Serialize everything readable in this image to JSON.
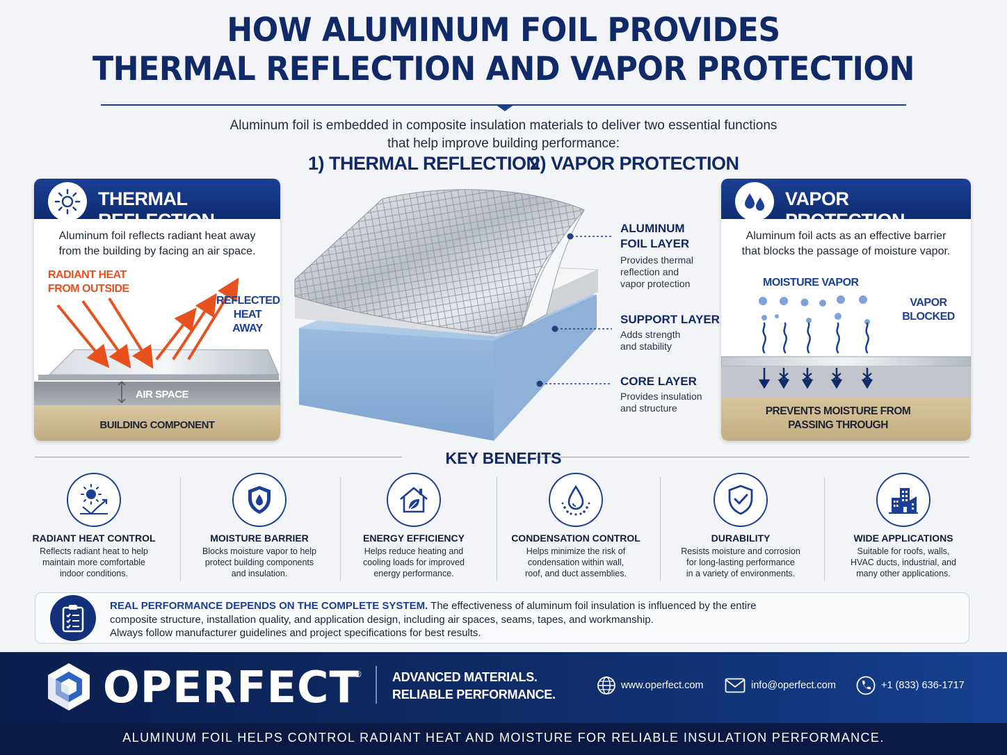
{
  "title": {
    "line1": "HOW ALUMINUM FOIL PROVIDES",
    "line2": "THERMAL REFLECTION AND VAPOR PROTECTION"
  },
  "intro": {
    "line1": "Aluminum foil is embedded in composite insulation materials to deliver two essential functions",
    "line2": "that help improve building performance:",
    "function1": "1) THERMAL REFLECTION",
    "function2": "2) VAPOR PROTECTION"
  },
  "thermal_panel": {
    "title": "THERMAL REFLECTION",
    "text_line1": "Aluminum foil reflects radiant heat away",
    "text_line2": "from the building by facing an air space.",
    "radiant_line1": "RADIANT HEAT",
    "radiant_line2": "FROM OUTSIDE",
    "reflected_line1": "REFLECTED",
    "reflected_line2": "HEAT",
    "reflected_line3": "AWAY",
    "air_space": "AIR SPACE",
    "building": "BUILDING COMPONENT",
    "icon": "sun-icon"
  },
  "layers": [
    {
      "title1": "ALUMINUM",
      "title2": "FOIL LAYER",
      "desc1": "Provides thermal",
      "desc2": "reflection and",
      "desc3": "vapor protection"
    },
    {
      "title1": "SUPPORT LAYER",
      "desc1": "Adds strength",
      "desc2": "and stability"
    },
    {
      "title1": "CORE LAYER",
      "desc1": "Provides insulation",
      "desc2": "and structure"
    }
  ],
  "vapor_panel": {
    "title": "VAPOR PROTECTION",
    "text_line1": "Aluminum foil acts as an effective barrier",
    "text_line2": "that blocks the passage of moisture vapor.",
    "moisture": "MOISTURE VAPOR",
    "blocked_line1": "VAPOR",
    "blocked_line2": "BLOCKED",
    "prevents_line1": "PREVENTS MOISTURE FROM",
    "prevents_line2": "PASSING THROUGH",
    "icon": "water-drops-icon"
  },
  "key_benefits": {
    "title": "KEY BENEFITS",
    "items": [
      {
        "title": "RADIANT HEAT CONTROL",
        "d1": "Reflects radiant heat to help",
        "d2": "maintain more comfortable",
        "d3": "indoor conditions.",
        "icon": "sun-reflect-icon"
      },
      {
        "title": "MOISTURE BARRIER",
        "d1": "Blocks moisture vapor to help",
        "d2": "protect building components",
        "d3": "and insulation.",
        "icon": "shield-drop-icon"
      },
      {
        "title": "ENERGY EFFICIENCY",
        "d1": "Helps reduce heating and",
        "d2": "cooling loads for improved",
        "d3": "energy performance.",
        "icon": "house-leaf-icon"
      },
      {
        "title": "CONDENSATION CONTROL",
        "d1": "Helps minimize the risk of",
        "d2": "condensation within wall,",
        "d3": "roof, and duct assemblies.",
        "icon": "droplet-icon"
      },
      {
        "title": "DURABILITY",
        "d1": "Resists moisture and corrosion",
        "d2": "for long-lasting performance",
        "d3": "in a variety of environments.",
        "icon": "shield-check-icon"
      },
      {
        "title": "WIDE APPLICATIONS",
        "d1": "Suitable for roofs, walls,",
        "d2": "HVAC ducts, industrial, and",
        "d3": "many other applications.",
        "icon": "buildings-icon"
      }
    ]
  },
  "note": {
    "strong": "REAL PERFORMANCE DEPENDS ON THE COMPLETE SYSTEM.",
    "rest1": " The effectiveness of aluminum foil insulation is influenced by the entire",
    "line2": "composite structure, installation quality, and application design, including air spaces, seams, tapes, and workmanship.",
    "line3": "Always follow manufacturer guidelines and project specifications for best results.",
    "icon": "clipboard-icon"
  },
  "footer": {
    "brand": "OPERFECT",
    "reg": "®",
    "tagline1": "ADVANCED MATERIALS.",
    "tagline2": "RELIABLE PERFORMANCE.",
    "website": "www.operfect.com",
    "email": "info@operfect.com",
    "phone": "+1 (833) 636-1717",
    "bottom": "ALUMINUM FOIL HELPS CONTROL RADIANT HEAT AND MOISTURE FOR RELIABLE INSULATION PERFORMANCE."
  },
  "colors": {
    "navy": "#0f2a66",
    "accent_blue": "#1b3f94",
    "heat_orange": "#e8501e",
    "core_blue": "#a9c6e6"
  }
}
